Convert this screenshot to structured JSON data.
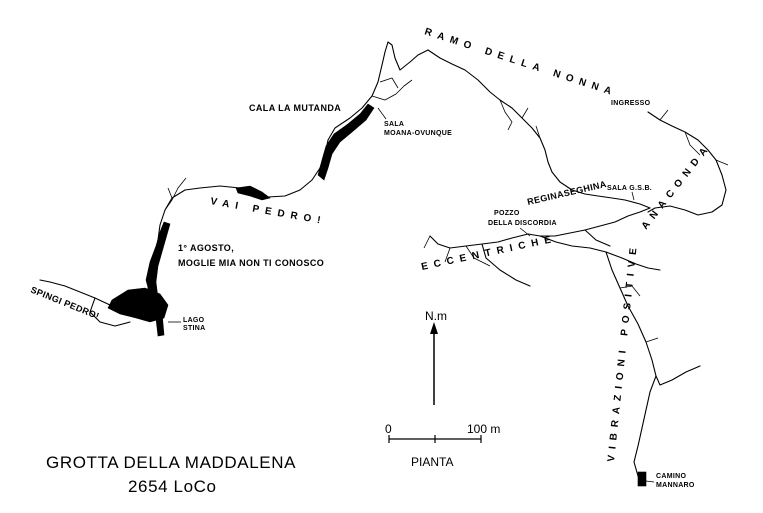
{
  "map": {
    "title": "GROTTA DELLA MADDALENA",
    "subtitle": "2654 LoCo",
    "plan_label": "PIANTA",
    "north_label": "N.m",
    "scale": {
      "start": "0",
      "end": "100 m"
    }
  },
  "places": {
    "ingresso": "INGRESSO",
    "sala_gsb": "SALA G.S.B.",
    "reginaseghina": "REGINASEGHINA",
    "pozzo_1": "POZZO",
    "pozzo_2": "DELLA DISCORDIA",
    "cala_la_mutanda": "CALA LA MUTANDA",
    "sala_moana_1": "SALA",
    "sala_moana_2": "MOANA-OVUNQUE",
    "agosto_1": "1° AGOSTO,",
    "agosto_2": "MOGLIE MIA NON TI CONOSCO",
    "lago_1": "LAGO",
    "lago_2": "STINA",
    "camino_1": "CAMINO",
    "camino_2": "MANNARO"
  },
  "branches": {
    "ramo_della_nonna": "RAMO DELLA NONNA",
    "vai_pedro": "VAI PEDRO!",
    "spingi_pedro": "SPINGI PEDRO!",
    "anaconda": "ANACONDA",
    "eccentriche": "ECCENTRICHE",
    "vibrazioni_positive": "VIBRAZIONI POSITIVE"
  }
}
